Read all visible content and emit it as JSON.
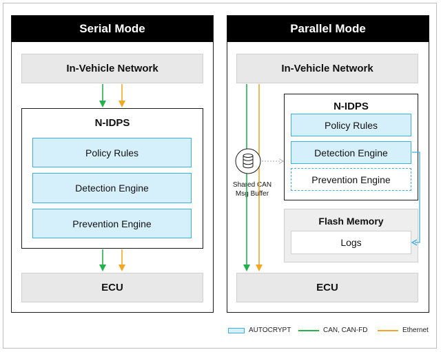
{
  "colors": {
    "can": "#22b14c",
    "ethernet": "#f5a623",
    "autocrypt_fill": "#d6f0fb",
    "autocrypt_border": "#3aaee0",
    "gray_arrow": "#a9a9a9"
  },
  "serial": {
    "title": "Serial Mode",
    "network": "In-Vehicle Network",
    "nidps_title": "N-IDPS",
    "policy": "Policy Rules",
    "detection": "Detection Engine",
    "prevention": "Prevention Engine",
    "ecu": "ECU"
  },
  "parallel": {
    "title": "Parallel Mode",
    "network": "In-Vehicle Network",
    "nidps_title": "N-IDPS",
    "policy": "Policy Rules",
    "detection": "Detection Engine",
    "prevention": "Prevention Engine",
    "flash_title": "Flash Memory",
    "logs": "Logs",
    "buffer_line1": "Shared CAN",
    "buffer_line2": "Msg Buffer",
    "buffer_icon": "database-icon",
    "ecu": "ECU"
  },
  "legend": {
    "autocrypt": "AUTOCRYPT",
    "can": "CAN, CAN-FD",
    "ethernet": "Ethernet"
  }
}
